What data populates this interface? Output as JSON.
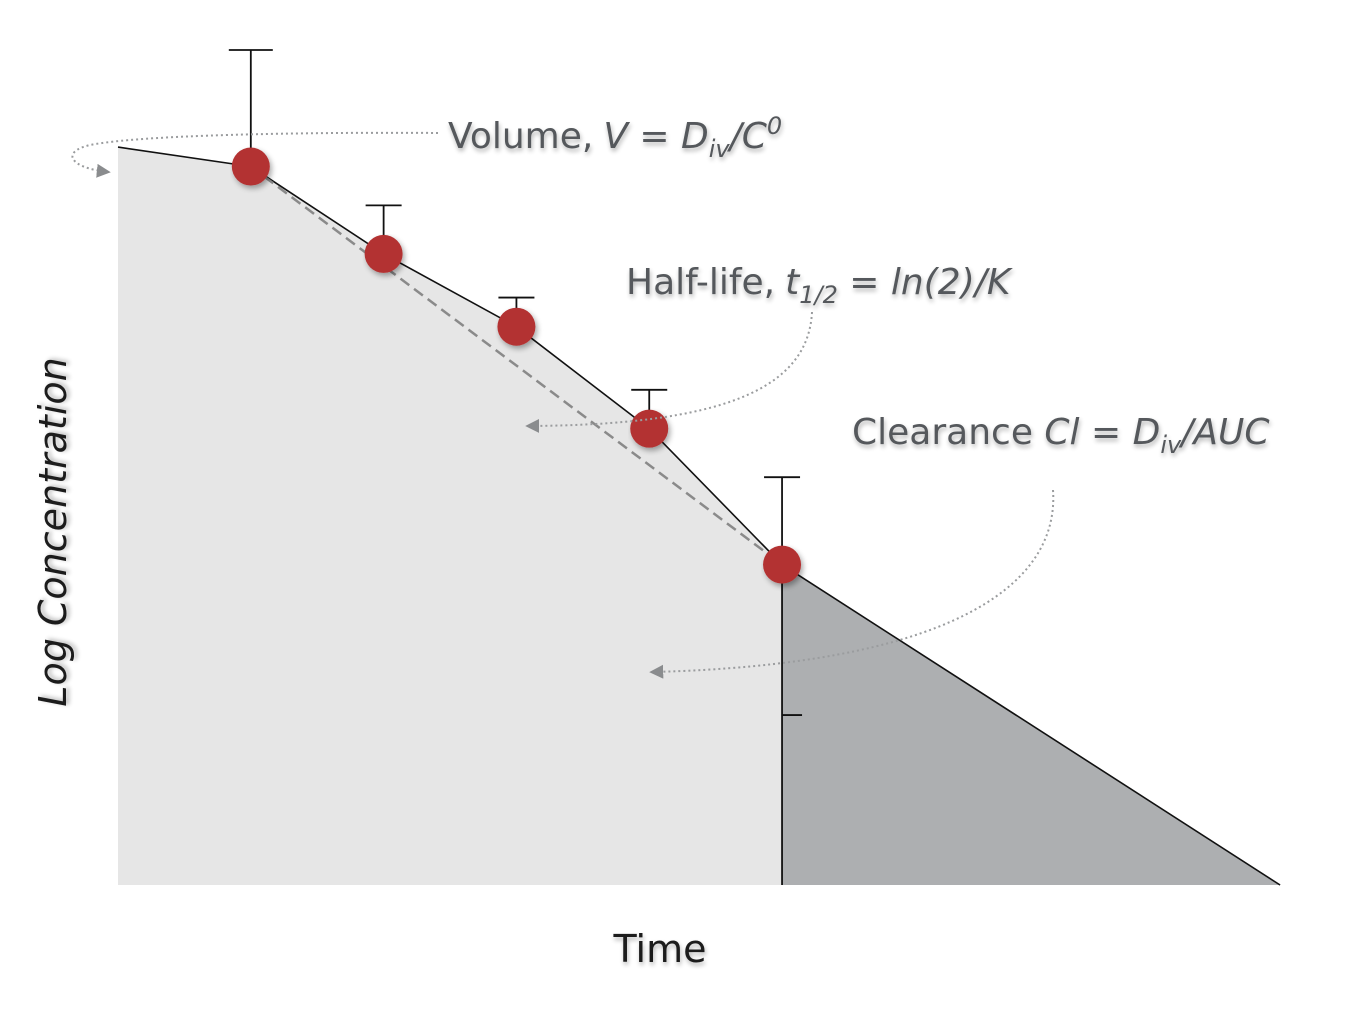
{
  "chart_data": {
    "type": "scatter",
    "title": "",
    "xlabel": "Time",
    "ylabel": "Log Concentration",
    "x_ticks": [],
    "y_ticks": [],
    "grid": false,
    "legend": "none",
    "x": [
      1,
      2,
      3,
      4,
      5
    ],
    "series": [
      {
        "values": [
          7.4,
          6.5,
          5.75,
          4.7,
          3.3
        ],
        "error_upper": [
          8.6,
          7.0,
          6.05,
          5.1,
          4.2
        ],
        "error_lower": [
          null,
          null,
          null,
          null,
          1.75
        ]
      }
    ],
    "xlim": [
      0,
      8.9
    ],
    "ylim": [
      0,
      8.6
    ],
    "fit_line": {
      "style": "dashed",
      "from_x": 1,
      "to_x": 5
    },
    "extrapolation": {
      "from_x": -0.3,
      "y_at_start": 7.6,
      "to_x": 8.75,
      "y_at_end": 0
    },
    "shaded_regions": [
      "AUC 0 to last sample",
      "extrapolated AUC beyond last sample"
    ],
    "colors": {
      "marker": "#b33131",
      "auc_fill": "#e6e6e6",
      "extrapolated_fill": "#adafb1",
      "axis": "#8e9093",
      "fit_line": "#8a8a8a",
      "annotation_text": "#55595c"
    },
    "annotations": [
      {
        "id": "volume",
        "label_plain": "Volume,",
        "formula": "V = D",
        "sub": "iv",
        "rest": "/C",
        "sup": "0"
      },
      {
        "id": "half_life",
        "label_plain": "Half-life,",
        "var": "t",
        "sub": "1/2",
        "eq": " = ",
        "rest": "ln(2)/K"
      },
      {
        "id": "clearance",
        "label_plain": "Clearance ",
        "formula": "Cl = D",
        "sub": "iv",
        "rest": "/AUC"
      }
    ]
  }
}
